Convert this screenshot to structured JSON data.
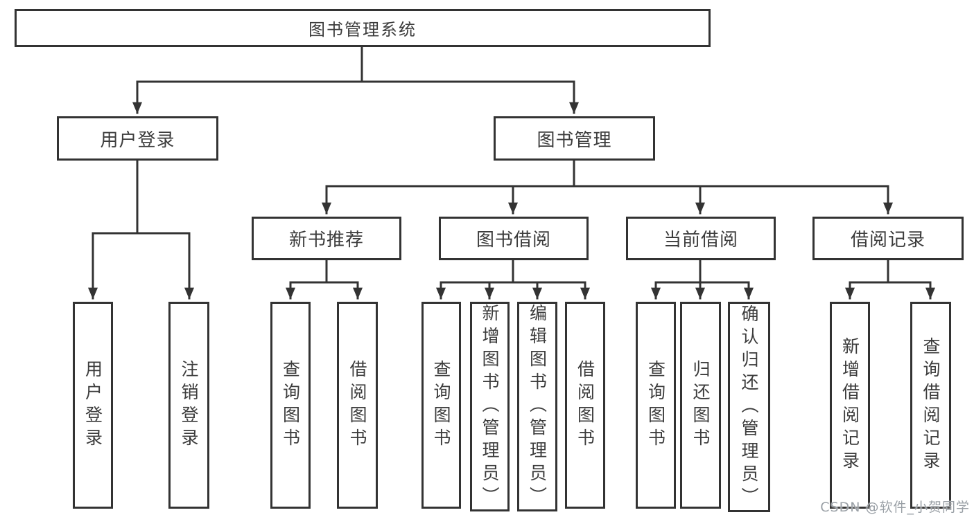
{
  "diagram_title": "图书管理系统",
  "watermark": "CSDN @软件_小贺同学",
  "colors": {
    "line": "#333333",
    "box_border": "#333333",
    "box_fill": "#ffffff",
    "text": "#3c3c3c",
    "watermark": "#9aa0a6"
  },
  "tree": {
    "label": "图书管理系统",
    "children": [
      {
        "label": "用户登录",
        "children": [
          {
            "label": "用户登录"
          },
          {
            "label": "注销登录"
          }
        ]
      },
      {
        "label": "图书管理",
        "children": [
          {
            "label": "新书推荐",
            "children": [
              {
                "label": "查询图书"
              },
              {
                "label": "借阅图书"
              }
            ]
          },
          {
            "label": "图书借阅",
            "children": [
              {
                "label": "查询图书"
              },
              {
                "label": "新增图书（管理员）"
              },
              {
                "label": "编辑图书（管理员）"
              },
              {
                "label": "借阅图书"
              }
            ]
          },
          {
            "label": "当前借阅",
            "children": [
              {
                "label": "查询图书"
              },
              {
                "label": "归还图书"
              },
              {
                "label": "确认归还（管理员）"
              }
            ]
          },
          {
            "label": "借阅记录",
            "children": [
              {
                "label": "新增借阅记录"
              },
              {
                "label": "查询借阅记录"
              }
            ]
          }
        ]
      }
    ]
  }
}
